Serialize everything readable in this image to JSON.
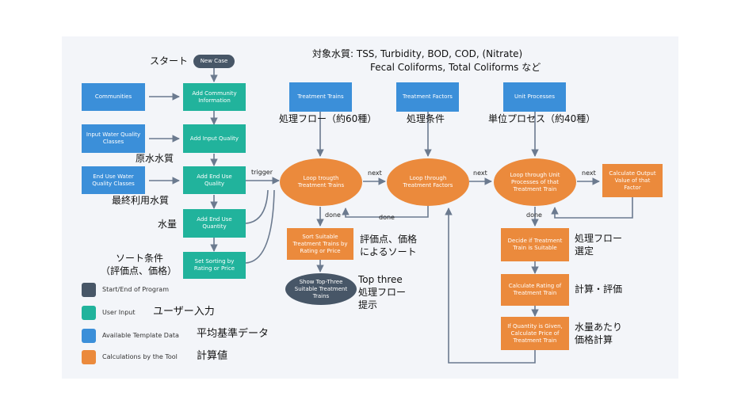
{
  "colors": {
    "panel": "#f3f5f9",
    "template_data": "#3b8fd9",
    "user_input": "#21b39c",
    "tool_calc": "#eb8a3c",
    "start_end": "#475667",
    "edge": "#6b7a8f"
  },
  "header": {
    "line1": "対象水質: TSS, Turbidity, BOD, COD, (Nitrate)",
    "line2": "Fecal Coliforms, Total Coliforms など"
  },
  "nodes": {
    "new_case": "New Case",
    "communities": "Communities",
    "add_community": "Add Community Information",
    "input_water_classes": "Input Water Quality Classes",
    "add_input_quality": "Add Input Quality",
    "end_use_classes": "End Use Water Quality Classes",
    "add_end_use_quality": "Add End Use Quality",
    "add_end_use_quantity": "Add End Use Quantity",
    "set_sorting": "Set Sorting by Rating or Price",
    "treatment_trains": "Treatment Trains",
    "treatment_factors": "Treatment Factors",
    "unit_processes": "Unit Processes",
    "loop_trains": "Loop trougth Treatment Trains",
    "loop_factors": "Loop through Treatment Factors",
    "loop_units": "Loop through Unit Processes of that Treatment Train",
    "calc_output": "Calculate Output Value of that Factor",
    "sort_trains": "Sort Suitable Treatment Trains by Rating or Price",
    "show_top_three": "Show Top-Three Suitable Treatment Trains",
    "decide_suitable": "Decide if Treatment Train is Suitable",
    "calc_rating": "Calculate Rating of Treatment Train",
    "calc_price": "If Quantity is Given, Calculate Price of Treatment Train"
  },
  "edge_labels": {
    "trigger": "trigger",
    "next_1": "next",
    "next_2": "next",
    "next_3": "next",
    "done_1": "done",
    "done_2": "done",
    "done_3": "done"
  },
  "notes": {
    "start": "スタート",
    "raw_water": "原水水質",
    "end_use_quality": "最終利用水質",
    "quantity": "水量",
    "sort_condition_1": "ソート条件",
    "sort_condition_2": "（評価点、価格）",
    "treatment_flow": "処理フロー（約60種）",
    "treatment_cond": "処理条件",
    "unit_process": "単位プロセス（約40種）",
    "sort_note_1": "評価点、価格",
    "sort_note_2": "によるソート",
    "top_three_1": "Top three",
    "top_three_2": "処理フロー",
    "top_three_3": "提示",
    "select_flow_1": "処理フロー",
    "select_flow_2": "選定",
    "calc_eval": "計算・評価",
    "price_calc_1": "水量あたり",
    "price_calc_2": "価格計算"
  },
  "legend": [
    {
      "label": "Start/End of Program",
      "note": "",
      "color": "#475667"
    },
    {
      "label": "User Input",
      "note": "ユーザー入力",
      "color": "#21b39c"
    },
    {
      "label": "Available Template Data",
      "note": "平均基準データ",
      "color": "#3b8fd9"
    },
    {
      "label": "Calculations by the Tool",
      "note": "計算値",
      "color": "#eb8a3c"
    }
  ]
}
